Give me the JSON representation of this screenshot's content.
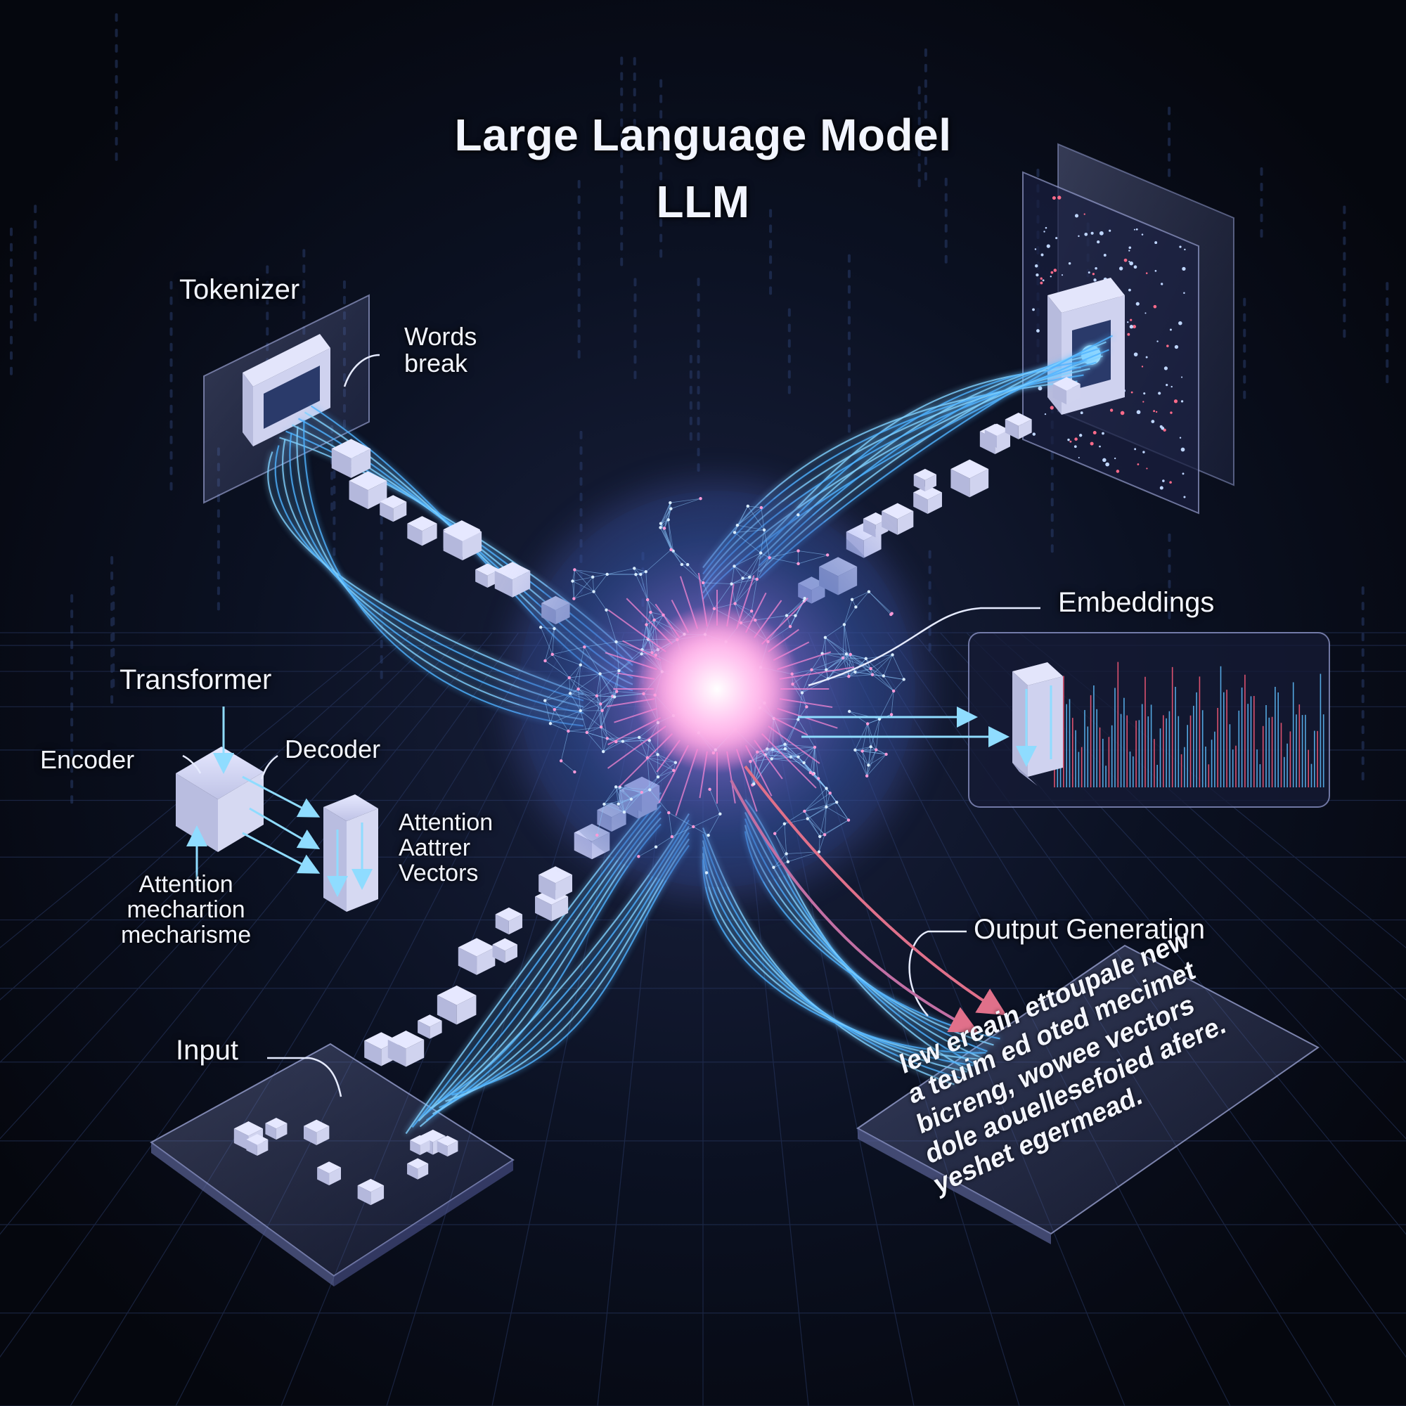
{
  "title": {
    "line1": "Large Language Model",
    "line2": "LLM"
  },
  "labels": {
    "tokenizer": "Tokenizer",
    "words_break": "Words\nbreak",
    "embeddings": "Embeddings",
    "transformer": "Transformer",
    "encoder": "Encoder",
    "decoder": "Decoder",
    "attention_vectors": "Attention\nAattrer\nVectors",
    "attention_mechanism": "Attention\nmechartion\nmecharisme",
    "input": "Input",
    "output_generation": "Output Generation"
  },
  "output_text": "lew ereain ettoupale new\na teuim ed oted mecimet\nbicreng, wowee vectors\ndole aouellesefoied afere.\nyeshet egermead.",
  "colors": {
    "background": "#070b16",
    "stream": "#4fb3ff",
    "core": "#ff7fd4",
    "panel": "#c9cde8",
    "output_arrow": "#e0708a"
  }
}
